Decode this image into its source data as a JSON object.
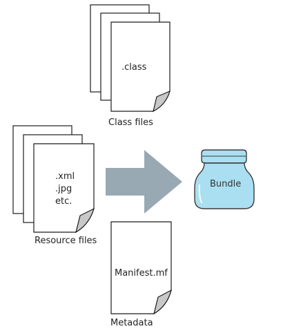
{
  "colors": {
    "page_fill": "#ffffff",
    "page_stroke": "#1a1a1a",
    "fold_fill": "#c8c8c8",
    "arrow_fill": "#98a9b3",
    "jar_fill": "#a9dff0",
    "jar_lid_fill": "#a9dff0",
    "jar_stroke": "#3a3a3a"
  },
  "class_group": {
    "doc_text": ".class",
    "caption": "Class files"
  },
  "resource_group": {
    "doc_lines": [
      ".xml",
      ".jpg",
      "etc."
    ],
    "caption": "Resource files"
  },
  "metadata_group": {
    "doc_text": "Manifest.mf",
    "caption": "Metadata"
  },
  "bundle": {
    "label": "Bundle"
  },
  "icons": {
    "arrow": "right-arrow-icon",
    "jar": "jar-icon",
    "page": "document-page-icon"
  }
}
